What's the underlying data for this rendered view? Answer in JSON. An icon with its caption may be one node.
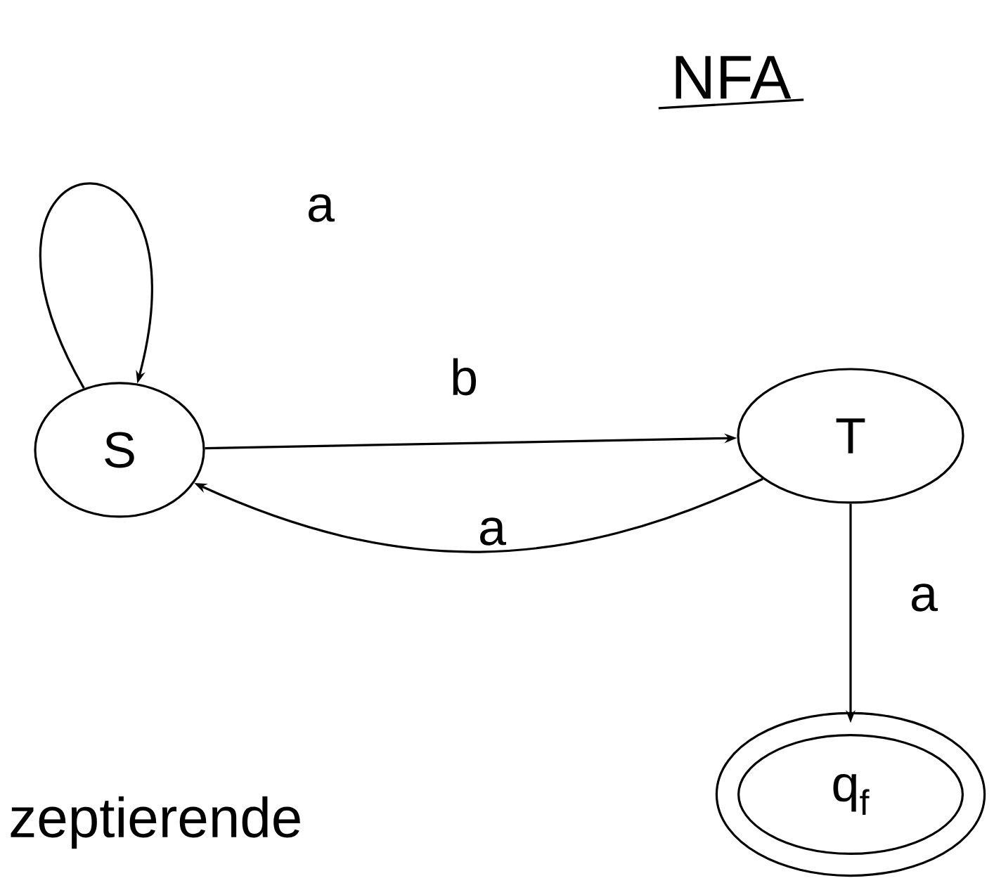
{
  "diagram": {
    "title": "NFA",
    "nodes": [
      {
        "text": [
          "S"
        ]
      },
      {
        "text": [
          "T"
        ]
      },
      {
        "text": [
          "q$_{f}$"
        ]
      }
    ],
    "edges": [
      {
        "from": 0,
        "to": 0,
        "arrow": "to",
        "label": "a"
      },
      {
        "from": 0,
        "to": 1,
        "arrow": "to",
        "label": "b"
      },
      {
        "from": 1,
        "to": 0,
        "arrow": "to",
        "label": "a"
      },
      {
        "from": 1,
        "to": 2,
        "arrow": "to",
        "label": "a"
      }
    ],
    "labels": [
      "zeptierende"
    ]
  }
}
